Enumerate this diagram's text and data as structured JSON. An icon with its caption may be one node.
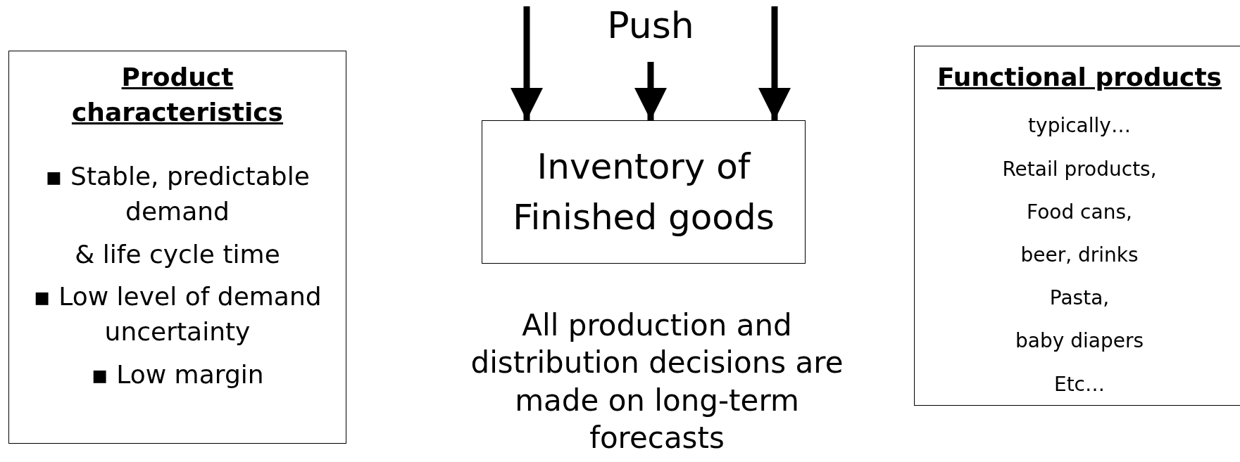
{
  "diagram": {
    "nodes": [
      {
        "text": [
          "Product characteristics",
          "▪ Stable, predictable demand",
          "& life cycle time",
          "▪ Low level of demand uncertainty",
          "▪ Low margin"
        ]
      },
      {
        "text": [
          "Inventory of Finished goods"
        ]
      },
      {
        "text": [
          "Functional products",
          "typically…",
          "Retail products,",
          "Food cans,",
          "beer, drinks",
          "Pasta,",
          "baby diapers",
          "Etc…"
        ]
      }
    ],
    "edges": [
      {
        "from": null,
        "to": 1,
        "arrow": "to"
      },
      {
        "from": null,
        "to": 1,
        "arrow": "to"
      },
      {
        "from": null,
        "to": 1,
        "arrow": "to"
      }
    ],
    "labels": [
      "Push",
      "All production and distribution decisions are made on long-term forecasts"
    ]
  }
}
